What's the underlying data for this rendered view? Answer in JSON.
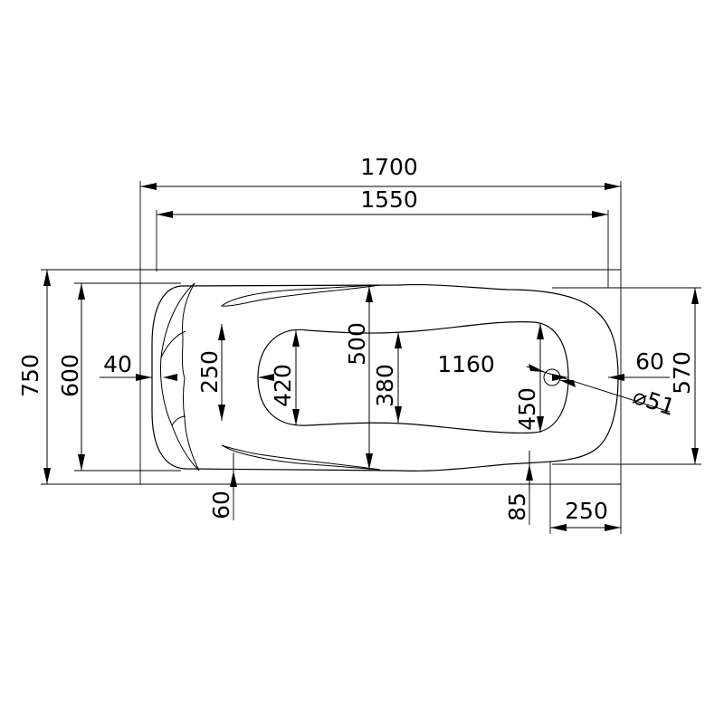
{
  "dimensions": {
    "overall_length": "1700",
    "inner_length": "1550",
    "overall_width": "750",
    "inner_width": "600",
    "headrest_offset": "40",
    "headrest_width": "250",
    "basin_head_width": "420",
    "basin_mid_width": "380",
    "rim_width": "500",
    "basin_length": "1160",
    "basin_foot_width": "450",
    "drain_offset": "60",
    "foot_width": "570",
    "drain_diameter": "⌀51",
    "bottom_left_offset": "60",
    "bottom_drain_offset": "85",
    "drain_distance": "250"
  },
  "colors": {
    "line": "#000000",
    "background": "#ffffff"
  }
}
